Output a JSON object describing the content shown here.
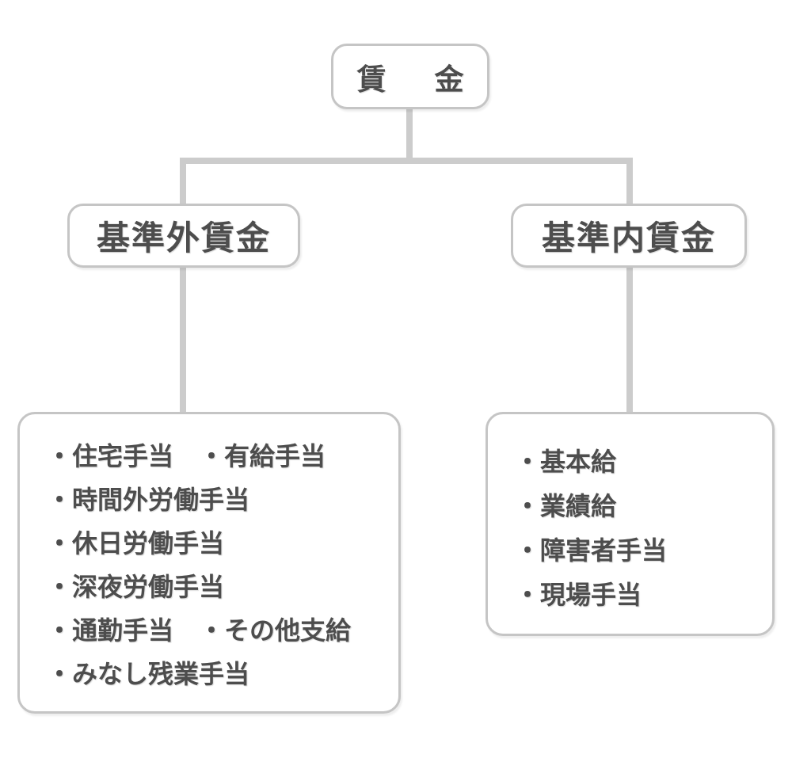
{
  "tree": {
    "root": "賃　金",
    "branches": [
      {
        "title": "基準外賃金",
        "items": [
          "・住宅手当　・有給手当",
          "・時間外労働手当",
          "・休日労働手当",
          "・深夜労働手当",
          "・通勤手当　・その他支給",
          "・みなし残業手当"
        ]
      },
      {
        "title": "基準内賃金",
        "items": [
          "・基本給",
          "・業績給",
          "・障害者手当",
          "・現場手当"
        ]
      }
    ],
    "colors": {
      "line": "#cccccc",
      "border": "#c5c5c5",
      "text": "#4d4d4d",
      "background": "#ffffff"
    }
  }
}
